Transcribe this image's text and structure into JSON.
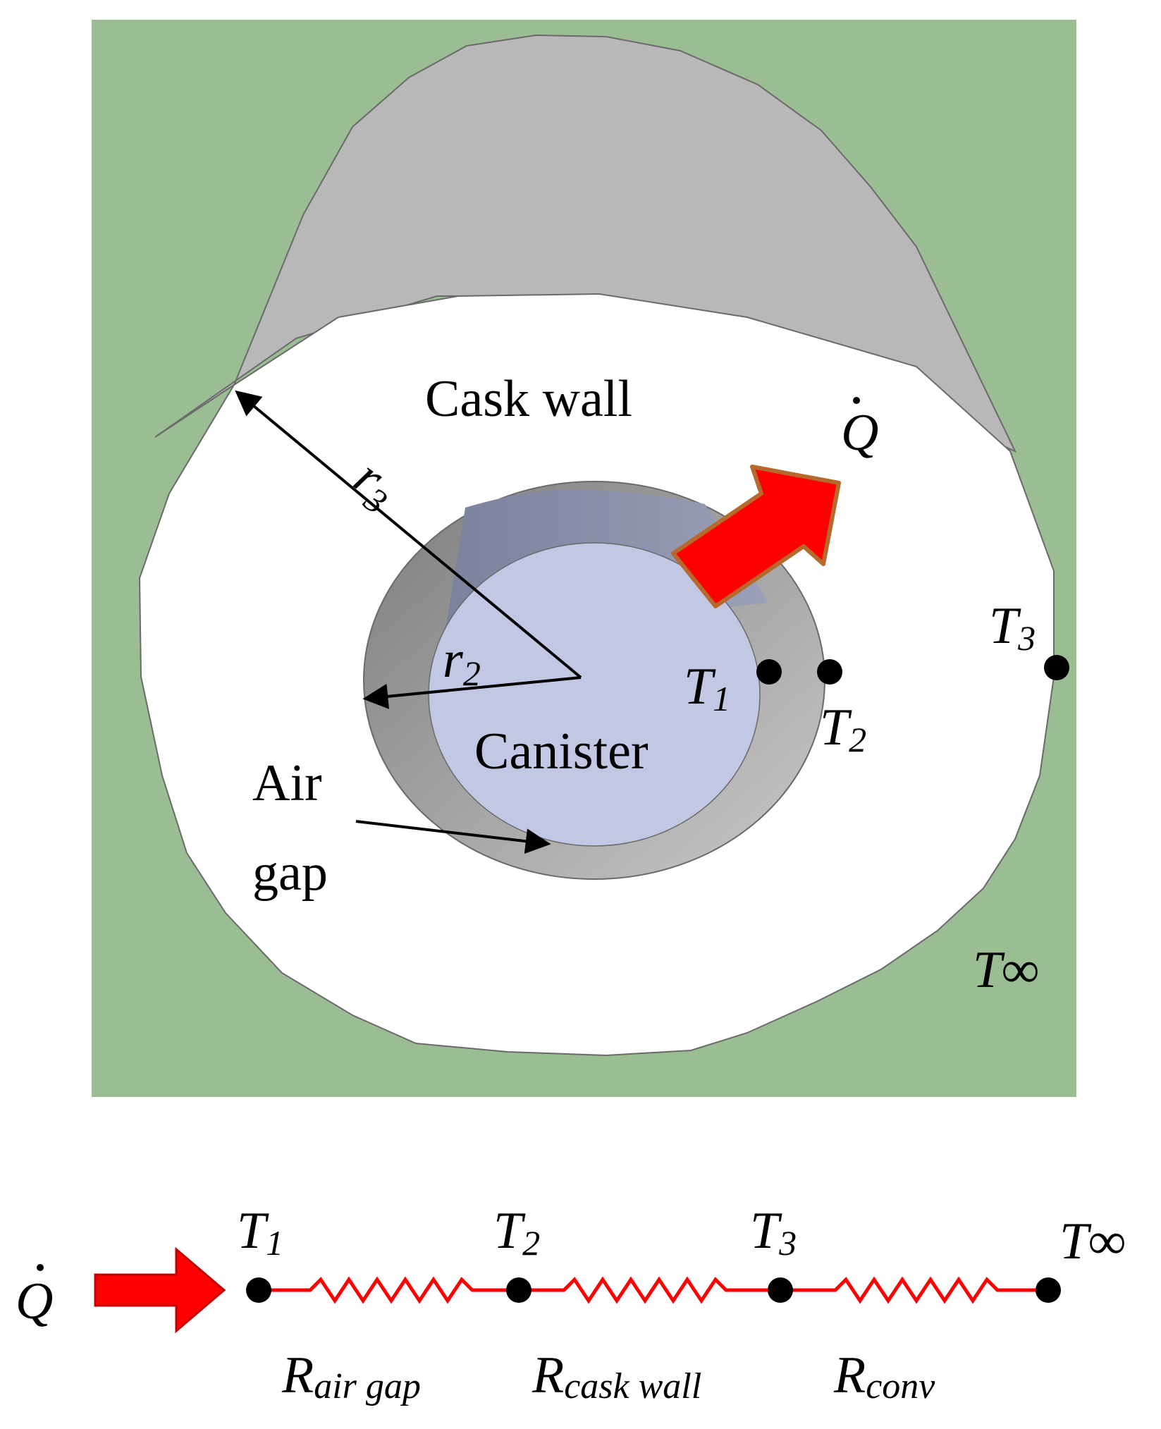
{
  "colors": {
    "background": "#9bbd93",
    "cask_outer": "#b8b8b8",
    "cask_face": "#ffffff",
    "gap_wall": "#a9a9a9",
    "canister_face": "#c2c8e3",
    "canister_inner_wall": "#8b90a8",
    "heat_arrow": "#ff0000",
    "heat_arrow_edge": "#b7682d",
    "resistor": "#ff0000"
  },
  "labels": {
    "cask_wall": "Cask wall",
    "canister": "Canister",
    "air_gap_line1": "Air",
    "air_gap_line2": "gap",
    "q": "Q",
    "r3_base": "r",
    "r3_sub": "3",
    "r2_base": "r",
    "r2_sub": "2",
    "t_base": "T",
    "t1_sub": "1",
    "t2_sub": "2",
    "t3_sub": "3",
    "t_inf": "T∞"
  },
  "circuit": {
    "q": "Q",
    "nodes": [
      {
        "base": "T",
        "sub": "1"
      },
      {
        "base": "T",
        "sub": "2"
      },
      {
        "base": "T",
        "sub": "3"
      },
      {
        "base": "T∞",
        "sub": ""
      }
    ],
    "resistors": [
      {
        "base": "R",
        "sub": "air gap"
      },
      {
        "base": "R",
        "sub": "cask wall"
      },
      {
        "base": "R",
        "sub": "conv"
      }
    ]
  }
}
